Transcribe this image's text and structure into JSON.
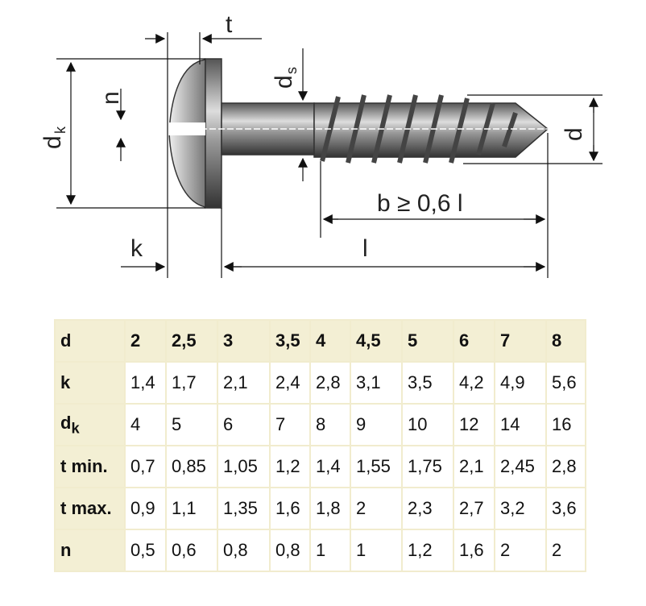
{
  "drawing": {
    "labels": {
      "t": "t",
      "dk": "d",
      "dk_sub": "k",
      "n": "n",
      "ds": "d",
      "ds_sub": "s",
      "d": "d",
      "b": "b ≥ 0,6 l",
      "k": "k",
      "l": "l"
    }
  },
  "table": {
    "rows": [
      {
        "label": "d",
        "values": [
          "2",
          "2,5",
          "3",
          "3,5",
          "4",
          "4,5",
          "5",
          "6",
          "7",
          "8"
        ]
      },
      {
        "label": "k",
        "values": [
          "1,4",
          "1,7",
          "2,1",
          "2,4",
          "2,8",
          "3,1",
          "3,5",
          "4,2",
          "4,9",
          "5,6"
        ]
      },
      {
        "label": "d",
        "label_sub": "k",
        "values": [
          "4",
          "5",
          "6",
          "7",
          "8",
          "9",
          "10",
          "12",
          "14",
          "16"
        ]
      },
      {
        "label": "t min.",
        "values": [
          "0,7",
          "0,85",
          "1,05",
          "1,2",
          "1,4",
          "1,55",
          "1,75",
          "2,1",
          "2,45",
          "2,8"
        ]
      },
      {
        "label": "t max.",
        "values": [
          "0,9",
          "1,1",
          "1,35",
          "1,6",
          "1,8",
          "2",
          "2,3",
          "2,7",
          "3,2",
          "3,6"
        ]
      },
      {
        "label": "n",
        "values": [
          "0,5",
          "0,6",
          "0,8",
          "0,8",
          "1",
          "1",
          "1,2",
          "1,6",
          "2",
          "2"
        ]
      }
    ]
  }
}
